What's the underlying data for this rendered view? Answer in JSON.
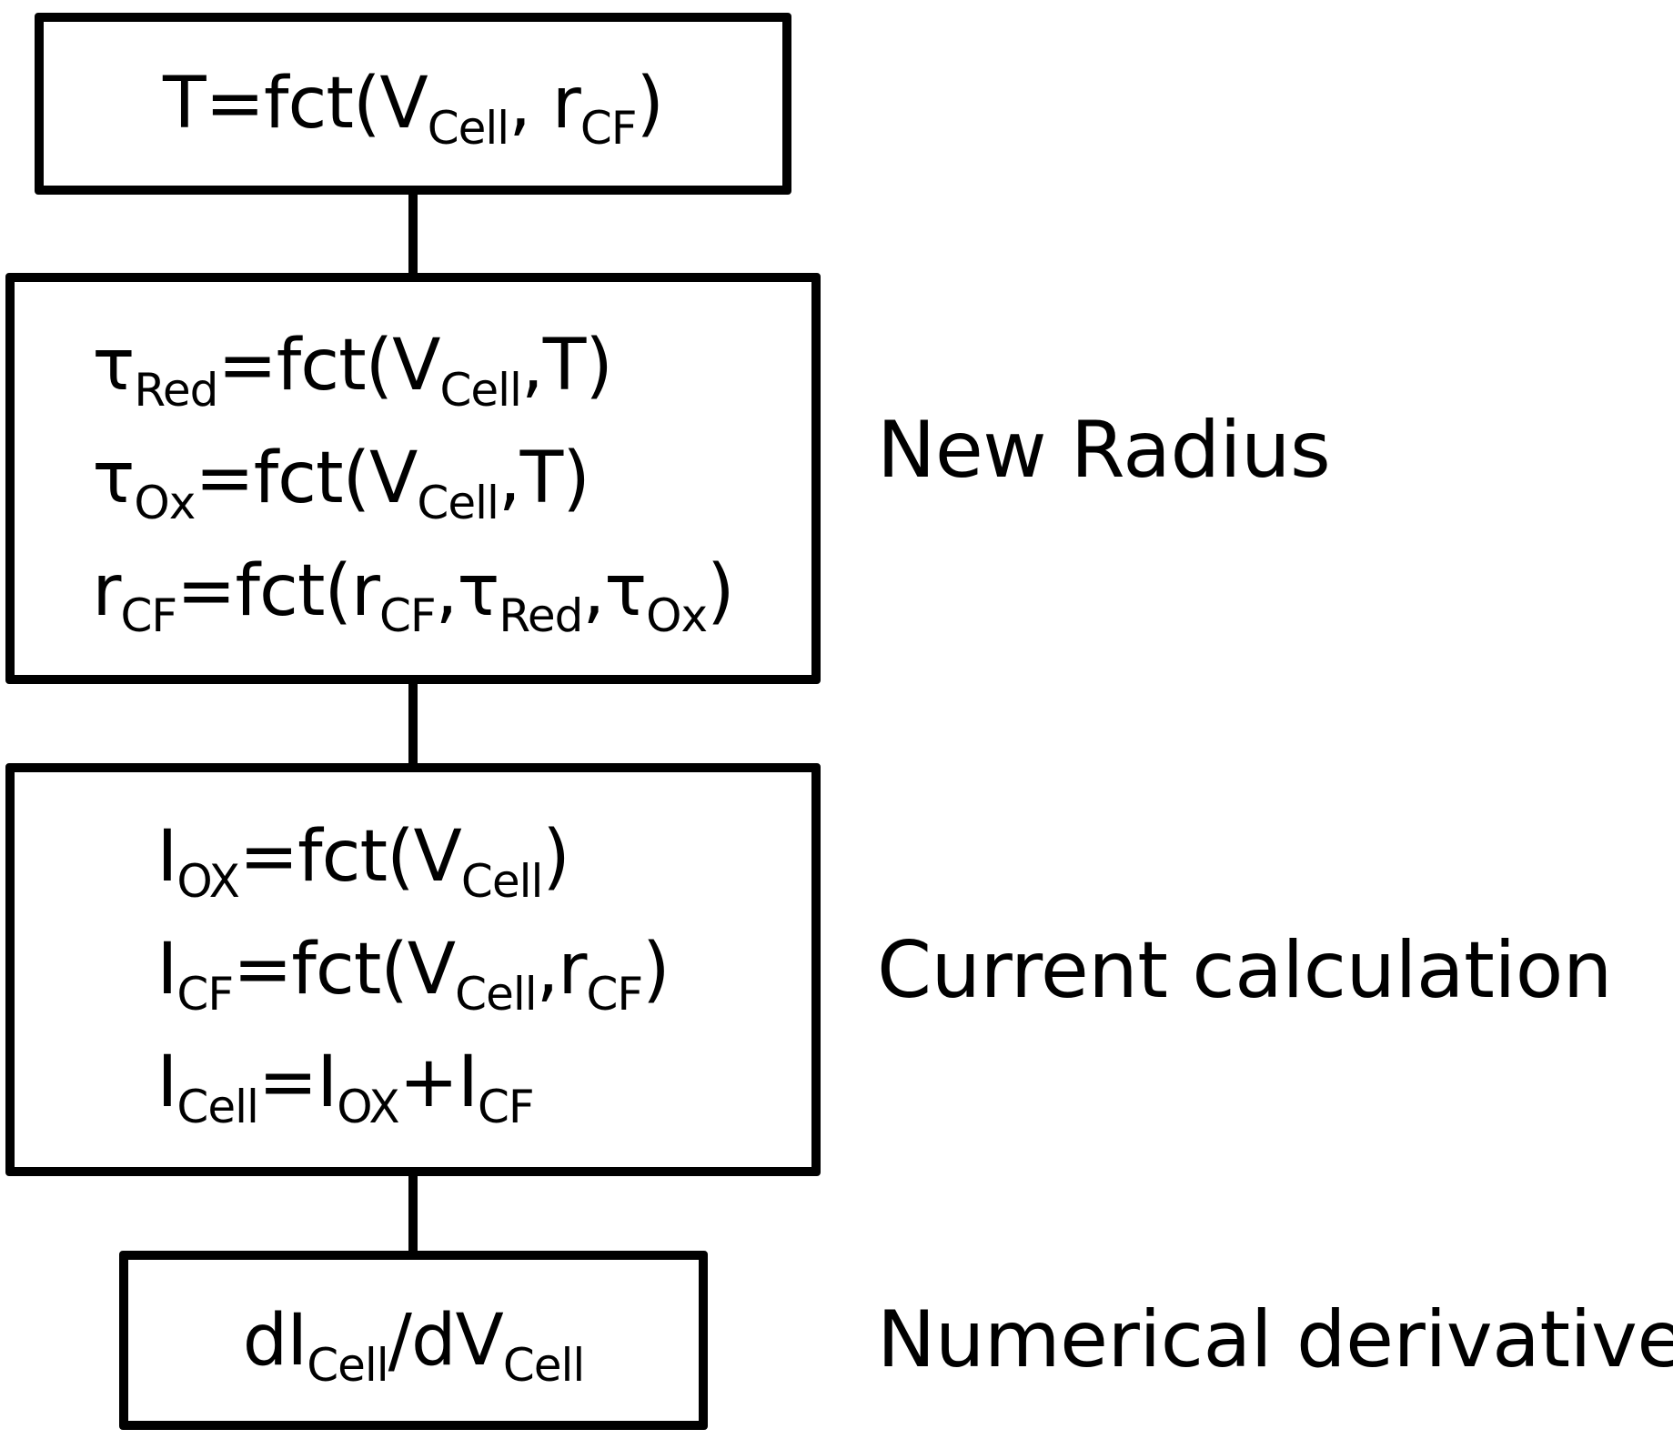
{
  "flowchart": {
    "steps": [
      {
        "equations": [
          {
            "parts": [
              {
                "t": "T=fct(V"
              },
              {
                "s": "Cell"
              },
              {
                "t": ", r"
              },
              {
                "s": "CF"
              },
              {
                "t": ")"
              }
            ]
          }
        ]
      },
      {
        "side_label": "New Radius",
        "equations": [
          {
            "parts": [
              {
                "t": "τ"
              },
              {
                "s": "Red"
              },
              {
                "t": "=fct(V"
              },
              {
                "s": "Cell"
              },
              {
                "t": ",T)"
              }
            ]
          },
          {
            "parts": [
              {
                "t": "τ"
              },
              {
                "s": "Ox"
              },
              {
                "t": "=fct(V"
              },
              {
                "s": "Cell"
              },
              {
                "t": ",T)"
              }
            ]
          },
          {
            "parts": [
              {
                "t": "r"
              },
              {
                "s": "CF"
              },
              {
                "t": "=fct(r"
              },
              {
                "s": "CF"
              },
              {
                "t": ",τ"
              },
              {
                "s": "Red"
              },
              {
                "t": ",τ"
              },
              {
                "s": "Ox"
              },
              {
                "t": ")"
              }
            ]
          }
        ]
      },
      {
        "side_label": "Current calculation",
        "equations": [
          {
            "parts": [
              {
                "t": "I"
              },
              {
                "s": "OX"
              },
              {
                "t": "=fct(V"
              },
              {
                "s": "Cell"
              },
              {
                "t": ")"
              }
            ]
          },
          {
            "parts": [
              {
                "t": "I"
              },
              {
                "s": "CF"
              },
              {
                "t": "=fct(V"
              },
              {
                "s": "Cell"
              },
              {
                "t": ",r"
              },
              {
                "s": "CF"
              },
              {
                "t": ")"
              }
            ]
          },
          {
            "parts": [
              {
                "t": "I"
              },
              {
                "s": "Cell"
              },
              {
                "t": "=I"
              },
              {
                "s": "OX"
              },
              {
                "t": "+I"
              },
              {
                "s": "CF"
              }
            ]
          }
        ]
      },
      {
        "side_label": "Numerical derivative",
        "equations": [
          {
            "parts": [
              {
                "t": "dI"
              },
              {
                "s": "Cell"
              },
              {
                "t": "/dV"
              },
              {
                "s": "Cell"
              }
            ]
          }
        ]
      }
    ]
  }
}
